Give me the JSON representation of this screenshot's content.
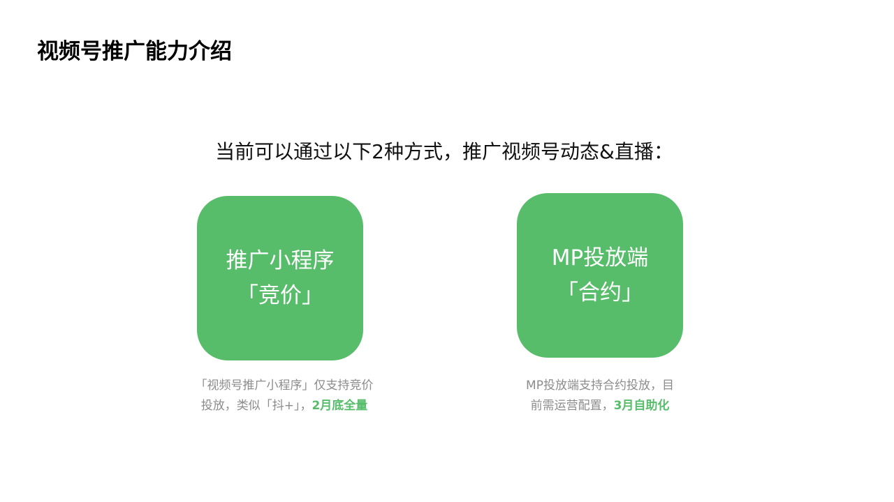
{
  "slide": {
    "title": "视频号推广能力介绍",
    "subtitle": "当前可以通过以下2种方式，推广视频号动态&直播：",
    "accent_color": "#57bd6b",
    "cards": [
      {
        "line1": "推广小程序",
        "line2": "「竞价」",
        "desc_line1": "「视频号推广小程序」仅支持竞价",
        "desc_line2_plain": "投放，类似「抖+」，",
        "desc_line2_highlight": "2月底全量"
      },
      {
        "line1": "MP投放端",
        "line2": "「合约」",
        "desc_line1": "MP投放端支持合约投放，目",
        "desc_line2_plain": "前需运营配置，",
        "desc_line2_highlight": "3月自助化"
      }
    ]
  }
}
